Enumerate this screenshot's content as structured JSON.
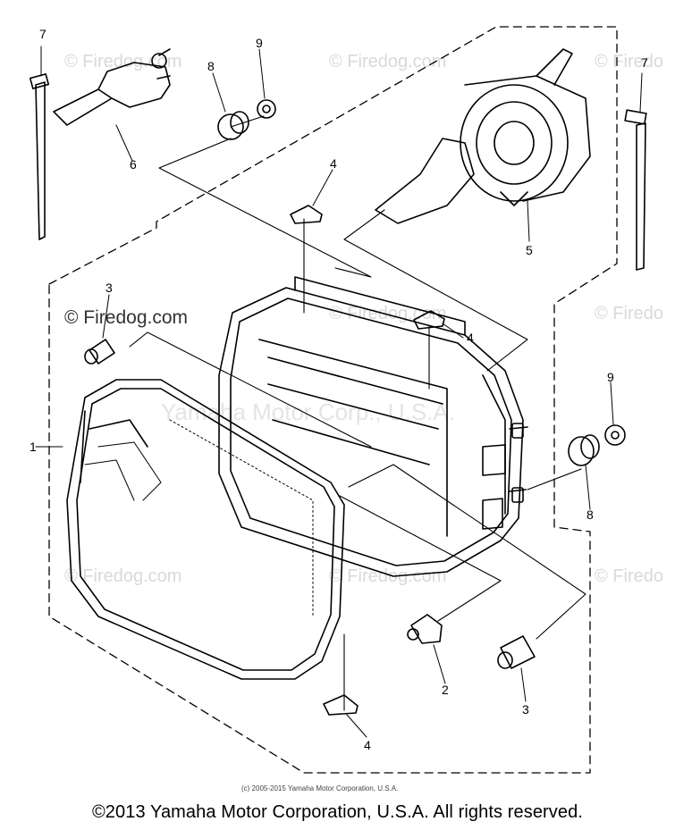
{
  "watermarks": {
    "firedog": "© Firedog.com",
    "firedog_partial": "© Firedo",
    "background_text": "Yamaha Motor Corp., U.S.A."
  },
  "callouts": {
    "c1": "1",
    "c2": "2",
    "c3_left": "3",
    "c3_bottom": "3",
    "c4_top": "4",
    "c4_mid": "4",
    "c4_bottom": "4",
    "c5": "5",
    "c6": "6",
    "c7_left": "7",
    "c7_right": "7",
    "c8_top": "8",
    "c8_right": "8",
    "c9_top": "9",
    "c9_right": "9"
  },
  "small_copyright": "(c) 2005-2015 Yamaha Motor Corporation, U.S.A.",
  "footer": "©2013 Yamaha Motor Corporation, U.S.A. All rights reserved."
}
